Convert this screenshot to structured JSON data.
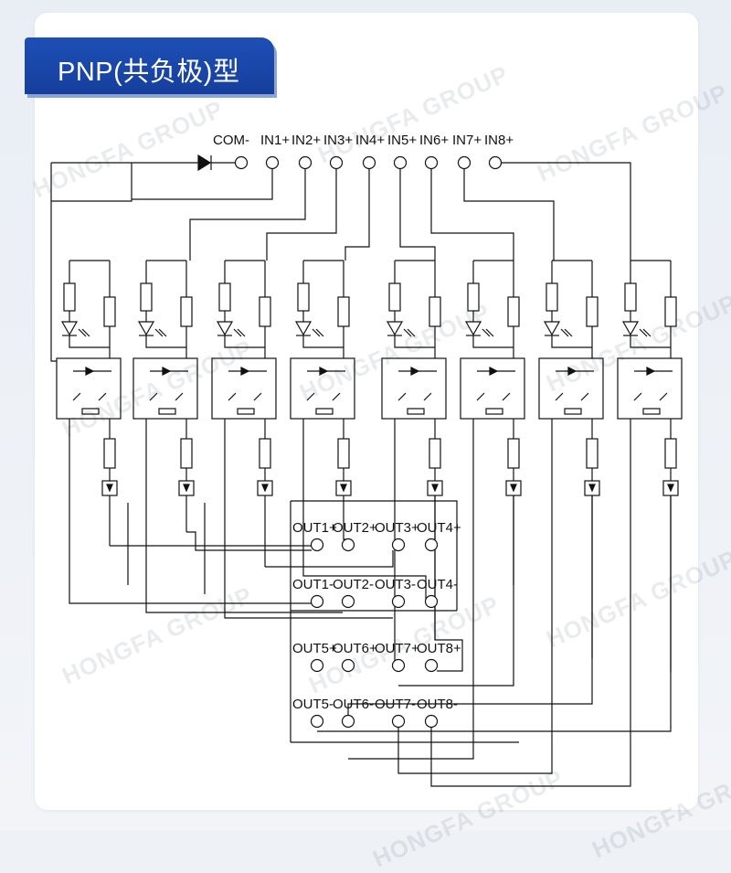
{
  "title": "PNP(共负极)型",
  "watermark": "HONGFA GROUP",
  "inputs": {
    "com": "COM-",
    "labels": [
      "IN1+",
      "IN2+",
      "IN3+",
      "IN4+",
      "IN5+",
      "IN6+",
      "IN7+",
      "IN8+"
    ]
  },
  "outputs": {
    "row1": [
      "OUT1+",
      "OUT2+",
      "OUT3+",
      "OUT4+"
    ],
    "row2": [
      "OUT1-",
      "OUT2-",
      "OUT3-",
      "OUT4-"
    ],
    "row3": [
      "OUT5+",
      "OUT6+",
      "OUT7+",
      "OUT8+"
    ],
    "row4": [
      "OUT5-",
      "OUT6-",
      "OUT7-",
      "OUT8-"
    ]
  },
  "colors": {
    "tab": "#1a47a8",
    "line": "#111111",
    "background": "#ffffff"
  }
}
